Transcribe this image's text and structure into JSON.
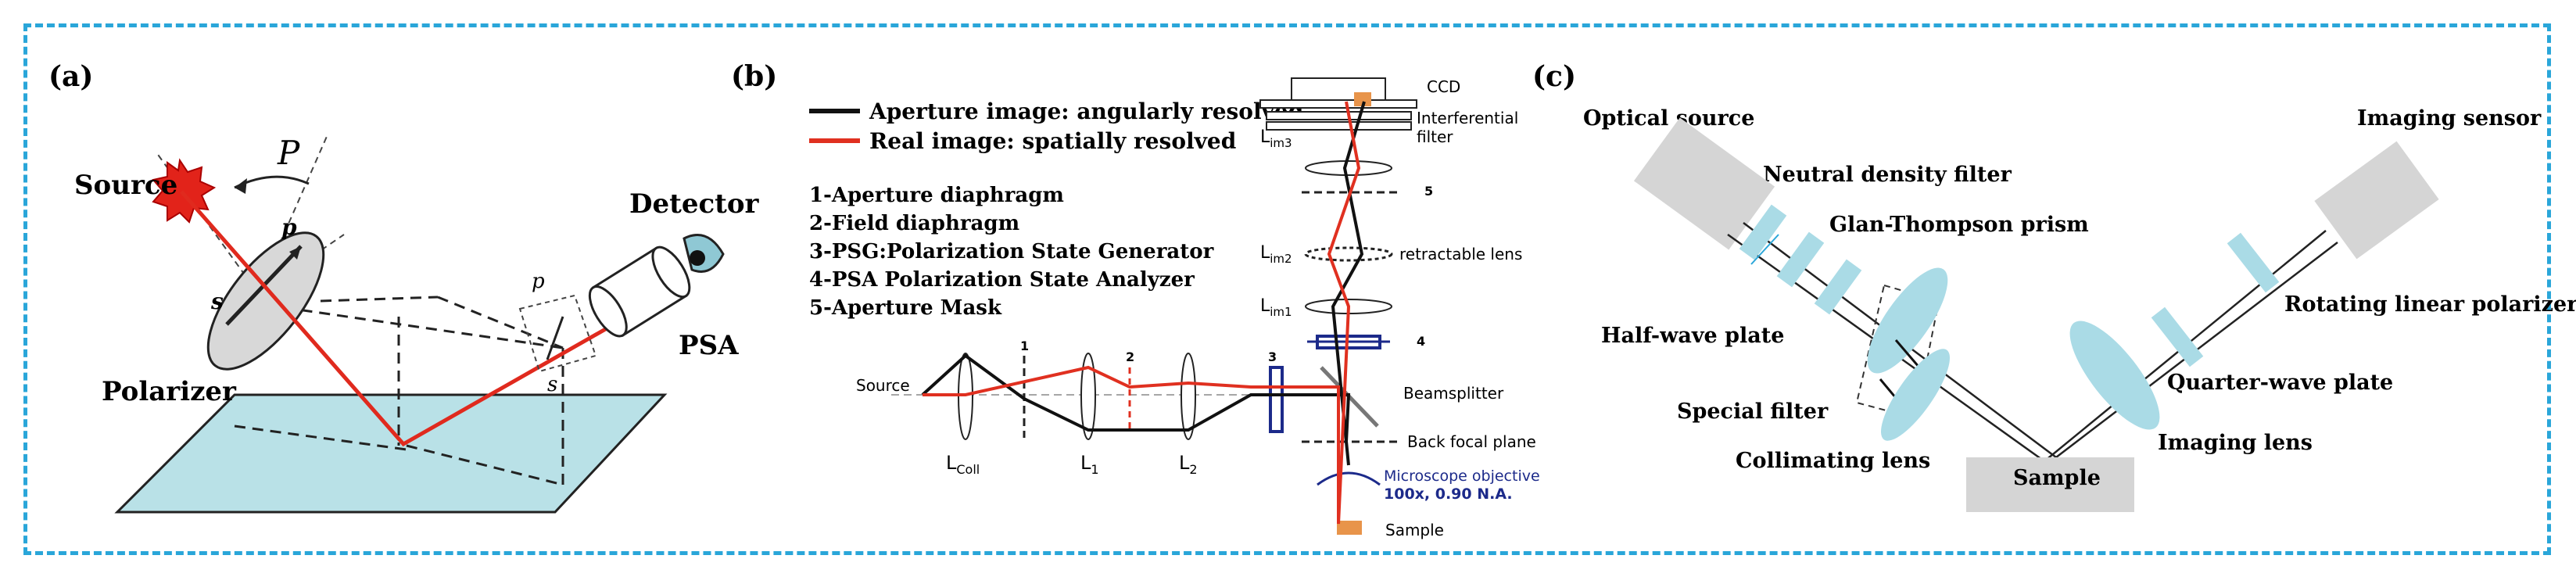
{
  "panel_a": {
    "label": "(a)",
    "source": "Source",
    "angle": "P",
    "p": "p",
    "s": "s",
    "p2": "p",
    "s2": "s",
    "detector": "Detector",
    "polarizer": "Polarizer",
    "psa": "PSA"
  },
  "panel_b": {
    "label": "(b)",
    "legend": [
      {
        "text": "Aperture image: angularly resolved",
        "color": "#111111"
      },
      {
        "text": "Real image: spatially resolved",
        "color": "#e03020"
      }
    ],
    "items": [
      "1-Aperture diaphragm",
      "2-Field diaphragm",
      "3-PSG:Polarization State Generator",
      "4-PSA Polarization State Analyzer",
      "5-Aperture Mask"
    ],
    "ccd": "CCD",
    "interf1": "Interferential",
    "interf2": "filter",
    "lim": "L",
    "sub_im3": "im3",
    "sub_im2": "im2",
    "sub_im1": "im1",
    "n5": "5",
    "n4": "4",
    "n3": "3",
    "n2": "2",
    "n1": "1",
    "retract": "retractable lens",
    "beamsplitter": "Beamsplitter",
    "bfp": "Back focal plane",
    "source": "Source",
    "l": "L",
    "sub_coll": "Coll",
    "sub_1": "1",
    "sub_2": "2",
    "objective": "Microscope objective",
    "objective_spec": "100x, 0.90 N.A.",
    "sample": "Sample"
  },
  "panel_c": {
    "label": "(c)",
    "optical_source": "Optical source",
    "imaging_sensor": "Imaging sensor",
    "nd_filter": "Neutral density filter",
    "gt_prism": "Glan-Thompson prism",
    "half_wave": "Half-wave plate",
    "rot_polarizer": "Rotating linear polarizer",
    "special_filter": "Special filter",
    "quarter_wave": "Quarter-wave plate",
    "collimating": "Collimating lens",
    "imaging_lens": "Imaging lens",
    "sample": "Sample"
  },
  "colors": {
    "frame": "#2aa6d9",
    "beam": "#e02a1e",
    "optics": "#aadbe6",
    "surface": "#b9e1e7",
    "gray_box": "#d5d5d5",
    "navy": "#1c2a8a",
    "orange": "#e8944a"
  }
}
